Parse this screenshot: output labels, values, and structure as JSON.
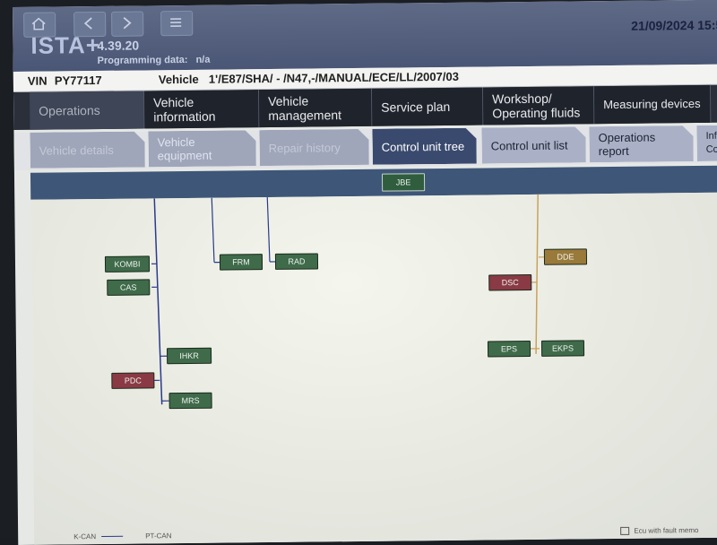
{
  "header": {
    "logo": "ISTA+",
    "version": "4.39.20",
    "programming_label": "Programming data:",
    "programming_value": "n/a",
    "date": "21/09/2024 15:5"
  },
  "vehicle": {
    "vin_label": "VIN",
    "vin_value": "PY77117",
    "vehicle_label": "Vehicle",
    "vehicle_value": "1'/E87/SHA/ - /N47,-/MANUAL/ECE/LL/2007/03"
  },
  "nav": {
    "tabs": [
      {
        "label": "Operations"
      },
      {
        "label": "Vehicle information"
      },
      {
        "label": "Vehicle management"
      },
      {
        "label": "Service plan"
      },
      {
        "label": "Workshop/ Operating fluids"
      },
      {
        "label": "Measuring devices"
      }
    ]
  },
  "subnav": {
    "tabs": [
      {
        "label": "Vehicle details"
      },
      {
        "label": "Vehicle equipment"
      },
      {
        "label": "Repair history"
      },
      {
        "label": "Control unit tree"
      },
      {
        "label": "Control unit list"
      },
      {
        "label": "Operations report"
      },
      {
        "label": "Info Con"
      }
    ]
  },
  "tree": {
    "root": "JBE",
    "units": {
      "kombi": "KOMBI",
      "cas": "CAS",
      "frm": "FRM",
      "rad": "RAD",
      "ihkr": "IHKR",
      "pdc": "PDC",
      "mrs": "MRS",
      "dde": "DDE",
      "dsc": "DSC",
      "eps": "EPS",
      "ekps": "EKPS"
    },
    "colors": {
      "ok": "#3f6b4a",
      "fault": "#8a3a44",
      "other": "#9a7a3a",
      "kcan_line": "#2a3a8a",
      "ptcan_line": "#c9a25a"
    }
  },
  "legend": {
    "kcan": "K-CAN",
    "ptcan": "PT-CAN",
    "fault_memory": "Ecu with fault memo"
  }
}
